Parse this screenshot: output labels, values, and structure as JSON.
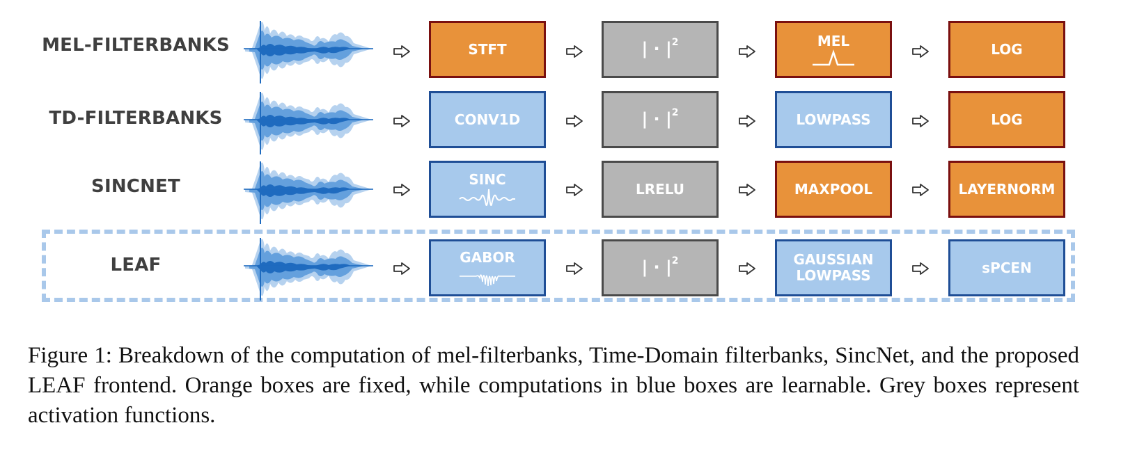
{
  "diagram": {
    "rows": [
      {
        "label": "MEL-FILTERBANKS",
        "boxes": [
          {
            "text": "STFT",
            "kind": "fixed"
          },
          {
            "text": "| · |",
            "sup": "2",
            "kind": "activation"
          },
          {
            "text": "MEL",
            "kind": "fixed",
            "icon": "mel-filter-icon"
          },
          {
            "text": "LOG",
            "kind": "fixed"
          }
        ]
      },
      {
        "label": "TD-FILTERBANKS",
        "boxes": [
          {
            "text": "CONV1D",
            "kind": "learnable"
          },
          {
            "text": "| · |",
            "sup": "2",
            "kind": "activation"
          },
          {
            "text": "LOWPASS",
            "kind": "learnable"
          },
          {
            "text": "LOG",
            "kind": "fixed"
          }
        ]
      },
      {
        "label": "SINCNET",
        "boxes": [
          {
            "text": "SINC",
            "kind": "learnable",
            "icon": "sinc-wave-icon"
          },
          {
            "text": "LRELU",
            "kind": "activation"
          },
          {
            "text": "MAXPOOL",
            "kind": "fixed"
          },
          {
            "text": "LAYERNORM",
            "kind": "fixed"
          }
        ]
      },
      {
        "label": "LEAF",
        "boxes": [
          {
            "text": "GABOR",
            "kind": "learnable",
            "icon": "gabor-wave-icon"
          },
          {
            "text": "| · |",
            "sup": "2",
            "kind": "activation"
          },
          {
            "text": "GAUSSIAN LOWPASS",
            "kind": "learnable"
          },
          {
            "text": "sPCEN",
            "kind": "learnable"
          }
        ]
      }
    ],
    "colors": {
      "fixed_fill": "#e8923a",
      "fixed_border": "#7a1010",
      "learnable_fill": "#a7c9ec",
      "learnable_border": "#1f4e96",
      "activation_fill": "#b5b5b5",
      "activation_border": "#4a4a4a",
      "waveform": "#2d7fd0",
      "leaf_frame": "#a9c8ea"
    }
  },
  "caption": "Figure 1: Breakdown of the computation of mel-filterbanks, Time-Domain filterbanks, SincNet, and the proposed LEAF frontend. Orange boxes are fixed, while computations in blue boxes are learnable. Grey boxes represent activation functions."
}
